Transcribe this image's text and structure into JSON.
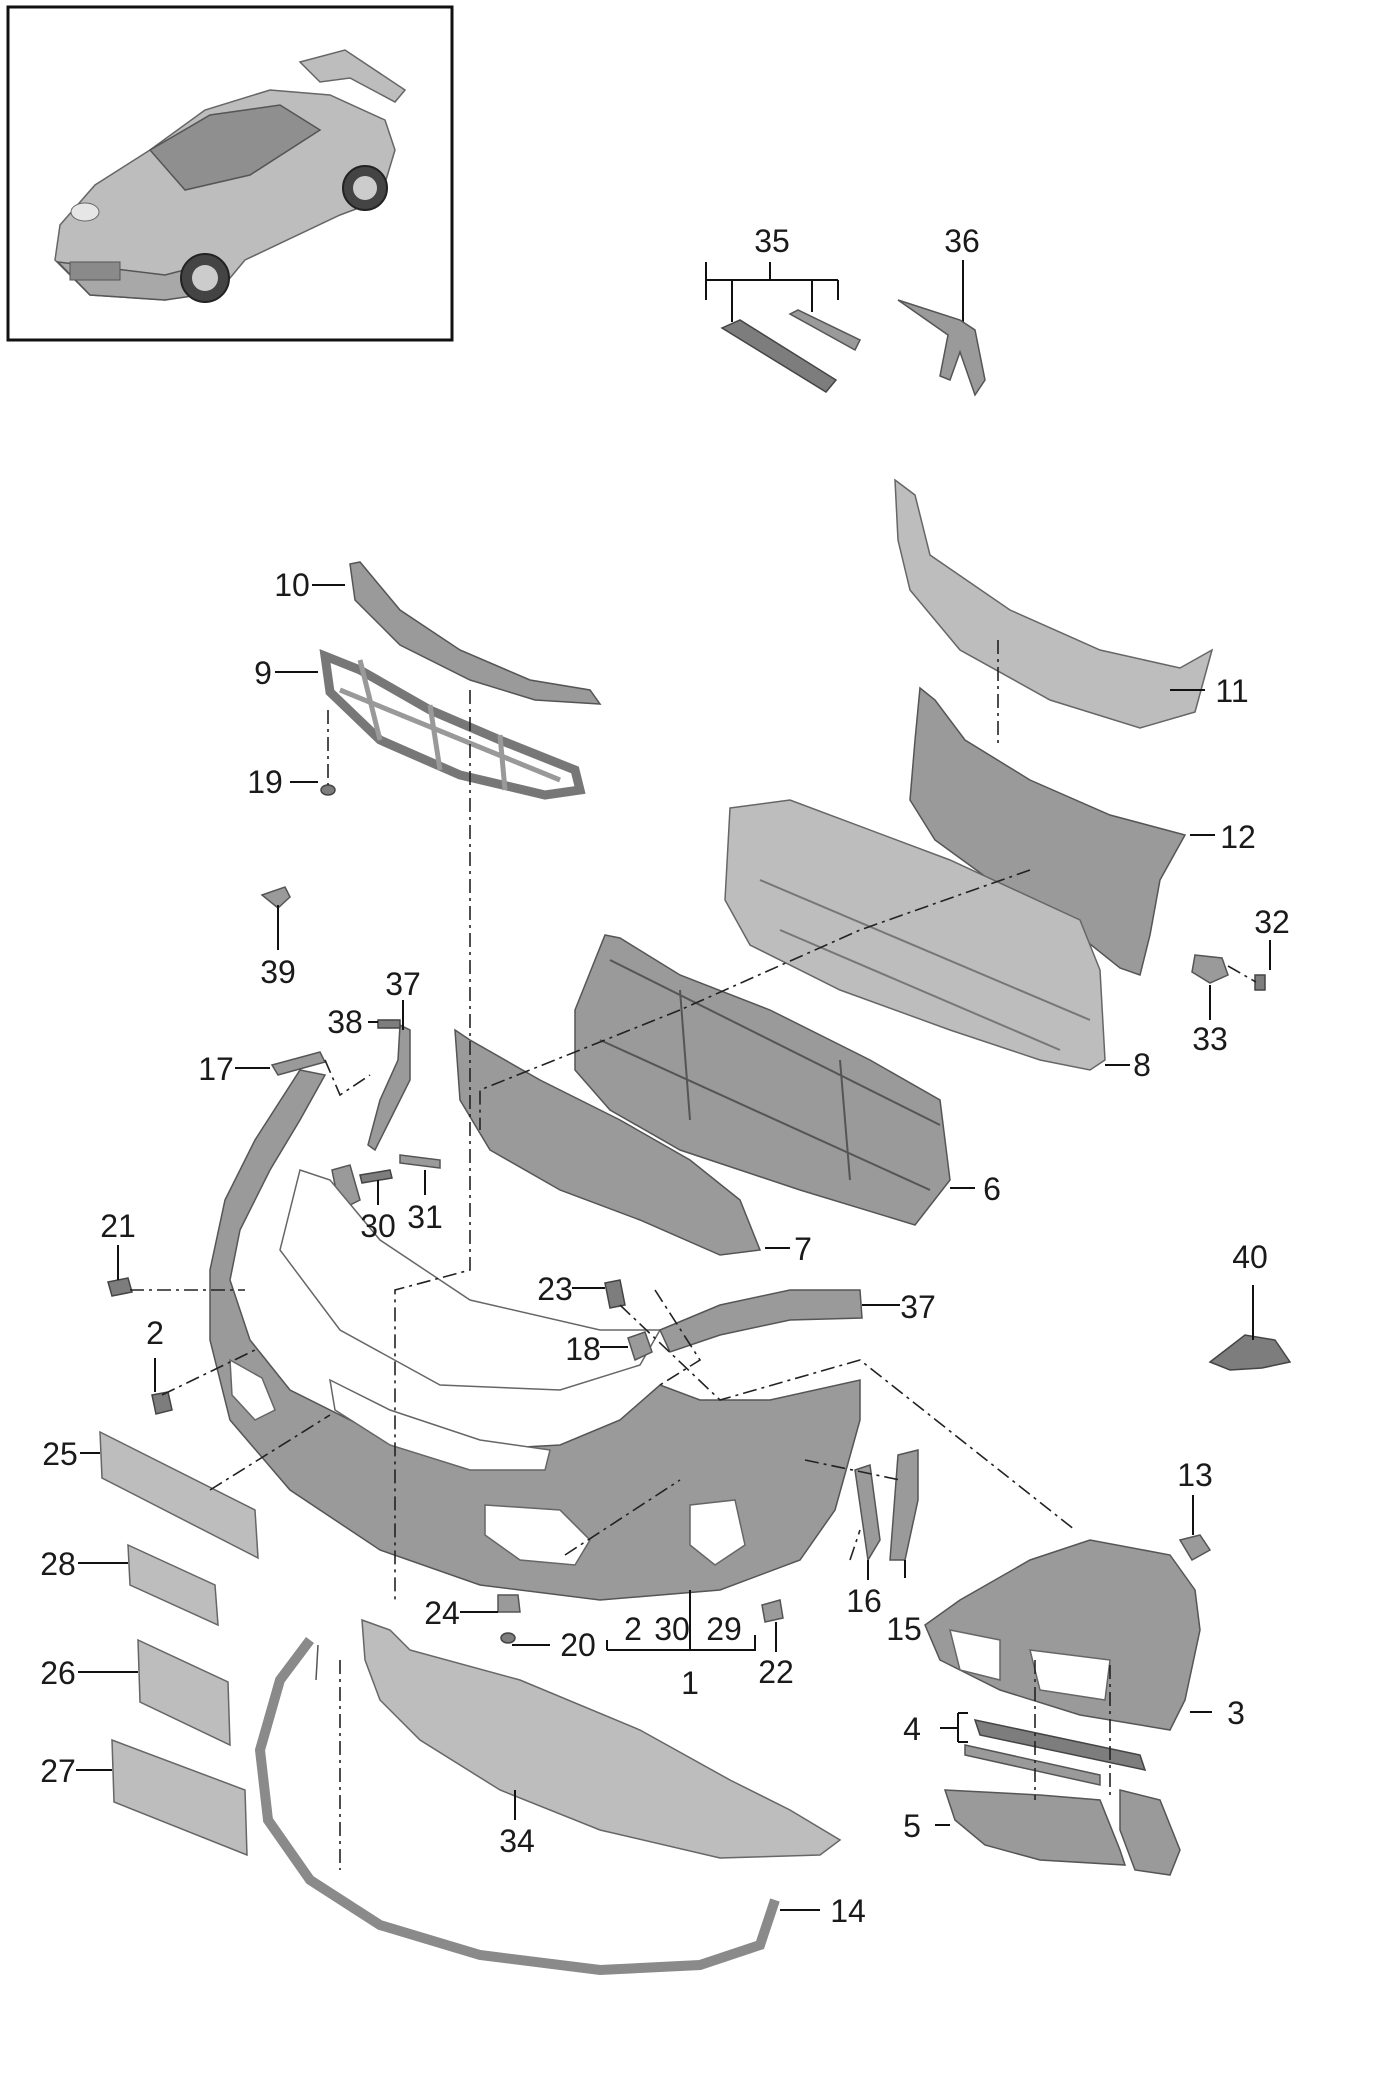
{
  "diagram": {
    "thumbnail": {
      "name": "car-thumbnail"
    },
    "callouts": [
      "35",
      "36",
      "10",
      "11",
      "9",
      "12",
      "19",
      "32",
      "39",
      "33",
      "37",
      "38",
      "8",
      "17",
      "6",
      "30",
      "31",
      "21",
      "7",
      "40",
      "23",
      "37",
      "2",
      "18",
      "13",
      "25",
      "16",
      "28",
      "15",
      "24",
      "2",
      "30",
      "29",
      "22",
      "20",
      "26",
      "1",
      "3",
      "4",
      "27",
      "5",
      "34",
      "14"
    ]
  }
}
